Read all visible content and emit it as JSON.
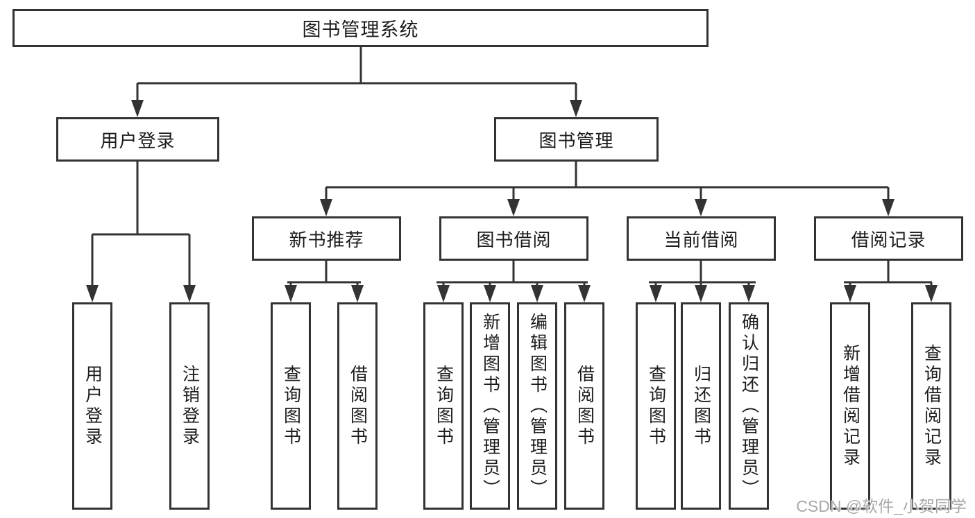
{
  "diagram": {
    "title": "图书管理系统",
    "watermark": "CSDN @软件_小贺同学",
    "colors": {
      "line": "#333333",
      "box_border": "#333333",
      "text": "#1c1c1c",
      "background": "#ffffff",
      "watermark": "#a9a9a9"
    },
    "nodes": {
      "root": "图书管理系统",
      "user_login": "用户登录",
      "book_mgmt": "图书管理",
      "new_recommend": "新书推荐",
      "book_borrow": "图书借阅",
      "current_borrow": "当前借阅",
      "borrow_records": "借阅记录",
      "leaf_user_login": "用户登录",
      "leaf_logout": "注销登录",
      "leaf_nr_query": "查询图书",
      "leaf_nr_borrow": "借阅图书",
      "leaf_bb_query": "查询图书",
      "leaf_bb_add": "新增图书（管理员）",
      "leaf_bb_edit": "编辑图书（管理员）",
      "leaf_bb_borrow": "借阅图书",
      "leaf_cb_query": "查询图书",
      "leaf_cb_return": "归还图书",
      "leaf_cb_confirm": "确认归还（管理员）",
      "leaf_br_add": "新增借阅记录",
      "leaf_br_query": "查询借阅记录"
    },
    "hierarchy": [
      {
        "parent": "图书管理系统",
        "children": [
          "用户登录",
          "图书管理"
        ]
      },
      {
        "parent": "用户登录",
        "children": [
          "用户登录",
          "注销登录"
        ]
      },
      {
        "parent": "图书管理",
        "children": [
          "新书推荐",
          "图书借阅",
          "当前借阅",
          "借阅记录"
        ]
      },
      {
        "parent": "新书推荐",
        "children": [
          "查询图书",
          "借阅图书"
        ]
      },
      {
        "parent": "图书借阅",
        "children": [
          "查询图书",
          "新增图书（管理员）",
          "编辑图书（管理员）",
          "借阅图书"
        ]
      },
      {
        "parent": "当前借阅",
        "children": [
          "查询图书",
          "归还图书",
          "确认归还（管理员）"
        ]
      },
      {
        "parent": "借阅记录",
        "children": [
          "新增借阅记录",
          "查询借阅记录"
        ]
      }
    ]
  }
}
